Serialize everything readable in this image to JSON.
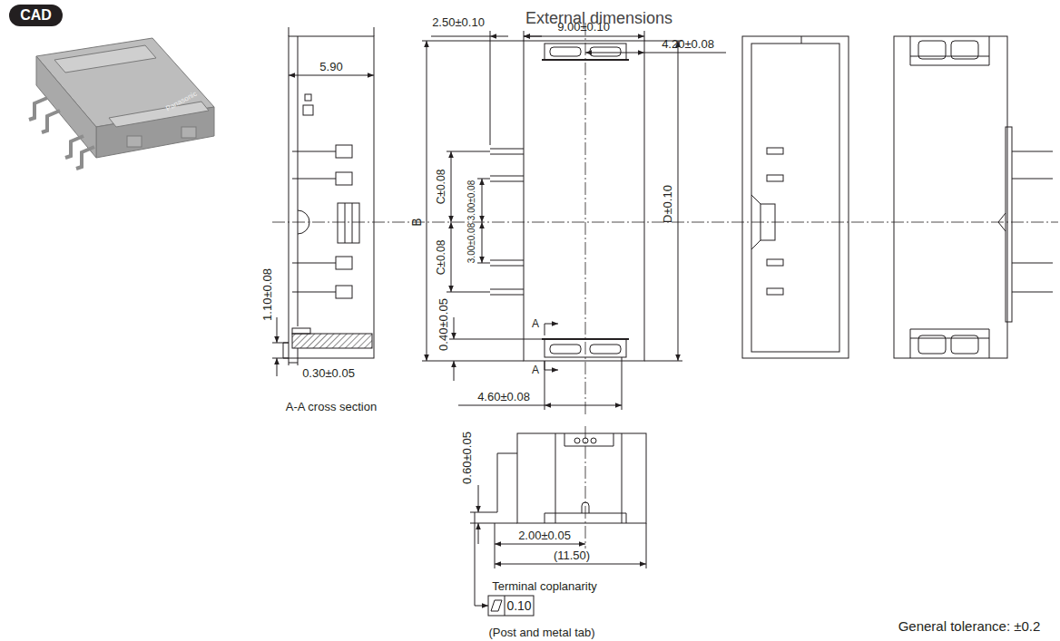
{
  "diagram": {
    "title": "External dimensions",
    "nodes": [
      {
        "text": [
          "CAD"
        ]
      }
    ],
    "labels": [
      "5.90",
      "2.50±0.10",
      "9.00±0.10",
      "4.20±0.08",
      "B",
      "C±0.08",
      "3.00±0.08",
      "C±0.08",
      "3.00±0.08",
      "D±0.10",
      "1.10±0.08",
      "0.30±0.05",
      "A",
      "0.40±0.05",
      "A",
      "4.60±0.08",
      "A-A cross section",
      "0.60±0.05",
      "2.00±0.05",
      "(11.50)",
      "Terminal coplanarity",
      "0.10",
      "(Post and metal tab)",
      "General tolerance: ±0.2",
      "Panasonic"
    ]
  }
}
